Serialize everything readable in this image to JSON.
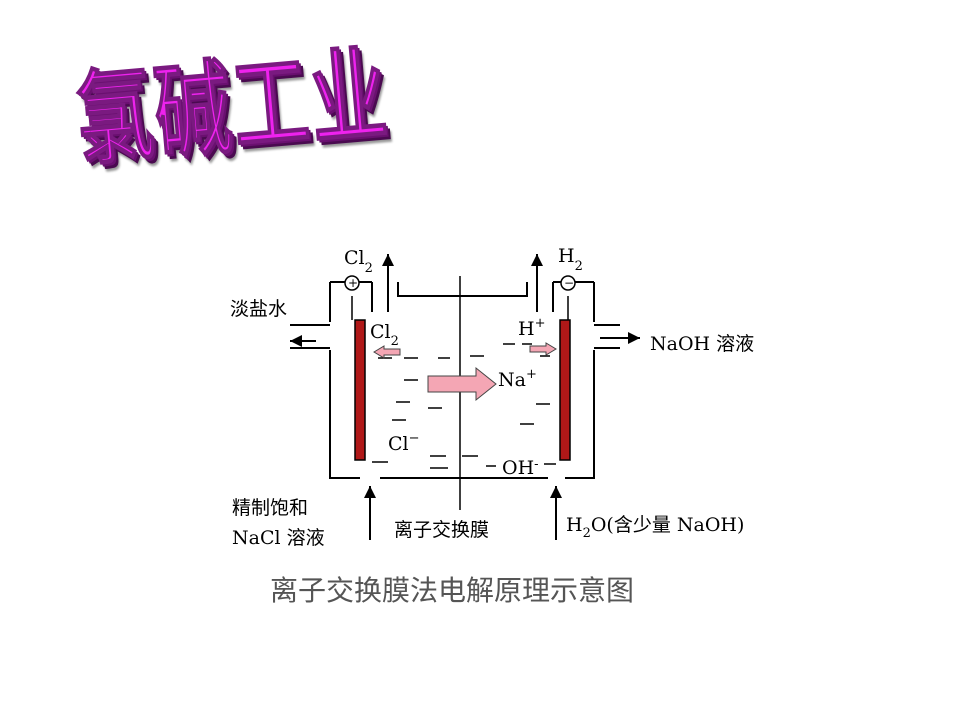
{
  "title": "氯碱工业",
  "labels": {
    "cl2_gas_text": "Cl",
    "cl2_gas_sub": "2",
    "h2_gas_text": "H",
    "h2_gas_sub": "2",
    "dilute_brine": "淡盐水",
    "cl2_inner_text": "Cl",
    "cl2_inner_sub": "2",
    "h_plus_text": "H",
    "h_plus_sup": "+",
    "na_plus_text": "Na",
    "na_plus_sup": "+",
    "cl_minus_text": "Cl",
    "cl_minus_sup": "−",
    "oh_minus_text": "OH",
    "oh_minus_sup": "-",
    "naoh_solution": "NaOH 溶液",
    "refined_line1": "精制饱和",
    "refined_line2": "NaCl 溶液",
    "membrane": "离子交换膜",
    "water_text_a": "H",
    "water_sub": "2",
    "water_text_b": "O(含少量 NaOH)",
    "anode_sign": "+",
    "cathode_sign": "−"
  },
  "caption": "离子交换膜法电解原理示意图",
  "colors": {
    "title": "#ee22ee",
    "electrode": "#b01818",
    "arrow_fill": "#f4a6b4",
    "caption": "#555555"
  }
}
